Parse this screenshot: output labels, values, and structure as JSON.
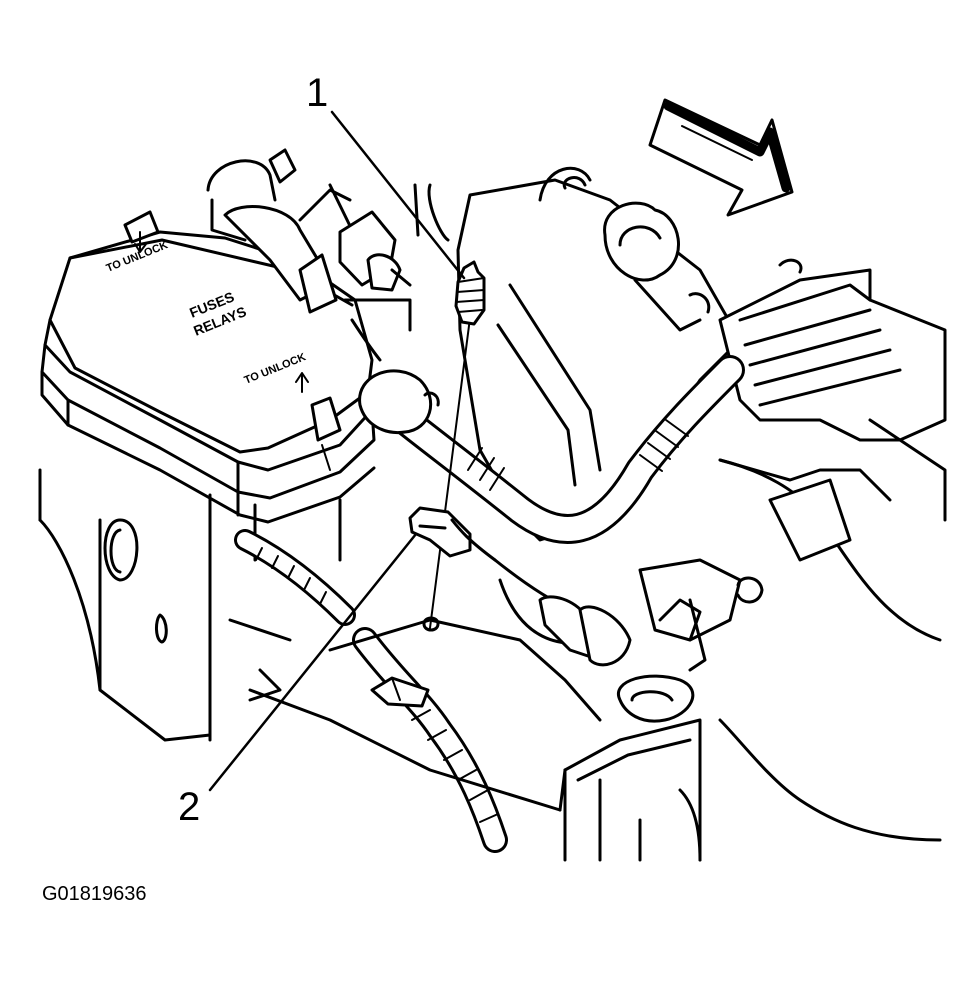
{
  "callouts": [
    {
      "id": "1",
      "label": "1"
    },
    {
      "id": "2",
      "label": "2"
    }
  ],
  "fuse_box": {
    "title_line1": "FUSES",
    "title_line2": "RELAYS",
    "unlock_top": "TO UNLOCK",
    "unlock_bottom": "TO UNLOCK"
  },
  "figure_id": "G01819636",
  "colors": {
    "ink": "#000000",
    "paper": "#ffffff"
  }
}
